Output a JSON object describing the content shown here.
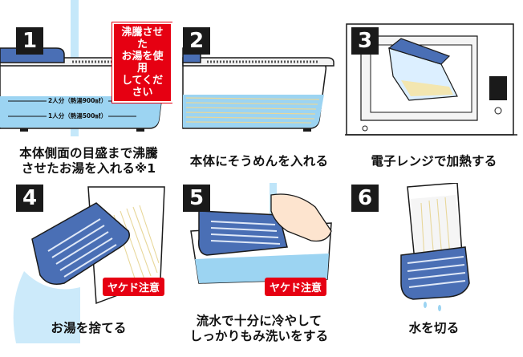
{
  "steps": [
    {
      "number": "1",
      "caption": [
        "本体側面の目盛まで沸騰",
        "させたお湯を入れる※1"
      ]
    },
    {
      "number": "2",
      "caption": [
        "本体にそうめんを入れる"
      ]
    },
    {
      "number": "3",
      "caption": [
        "電子レンジで加熱する"
      ]
    },
    {
      "number": "4",
      "caption": [
        "お湯を捨てる"
      ]
    },
    {
      "number": "5",
      "caption": [
        "流水で十分に冷やして",
        "しっかりもみ洗いをする"
      ]
    },
    {
      "number": "6",
      "caption": [
        "水を切る"
      ]
    }
  ],
  "labels": {
    "boiling_water": [
      "沸騰させた",
      "お湯を使用",
      "してください"
    ],
    "scale_2": "2人分（熱湯900㎖）",
    "scale_1": "1人分（熱湯500㎖）",
    "burn_warning": "ヤケド注意"
  },
  "colors": {
    "water_blue": "#9cd4f2",
    "basket_blue": "#4a6fb5",
    "warning_red": "#e60012"
  }
}
